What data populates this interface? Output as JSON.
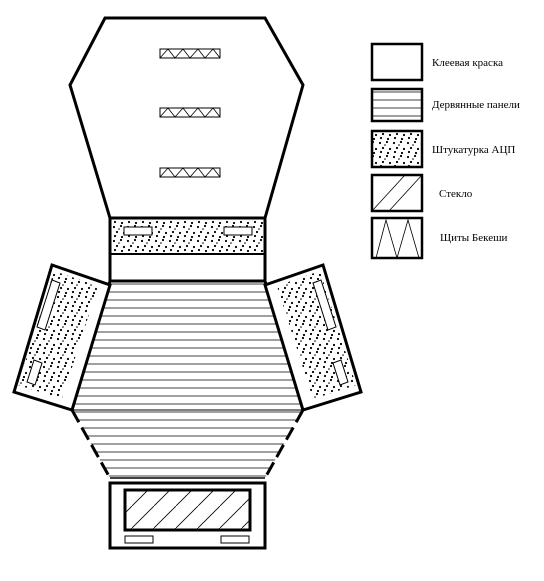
{
  "legend": {
    "items": [
      {
        "key": "glue-paint",
        "label": "Клеевая краска",
        "pattern": "blank"
      },
      {
        "key": "wood-panels",
        "label": "Дервянные панели",
        "pattern": "hlines"
      },
      {
        "key": "plaster",
        "label": "Штукатурка АЦП",
        "pattern": "dots"
      },
      {
        "key": "glass",
        "label": "Стекло",
        "pattern": "diag"
      },
      {
        "key": "bekesh-shields",
        "label": "Щиты Бекеши",
        "pattern": "zigzag"
      }
    ]
  },
  "colors": {
    "stroke": "#000000",
    "fill": "#ffffff"
  }
}
